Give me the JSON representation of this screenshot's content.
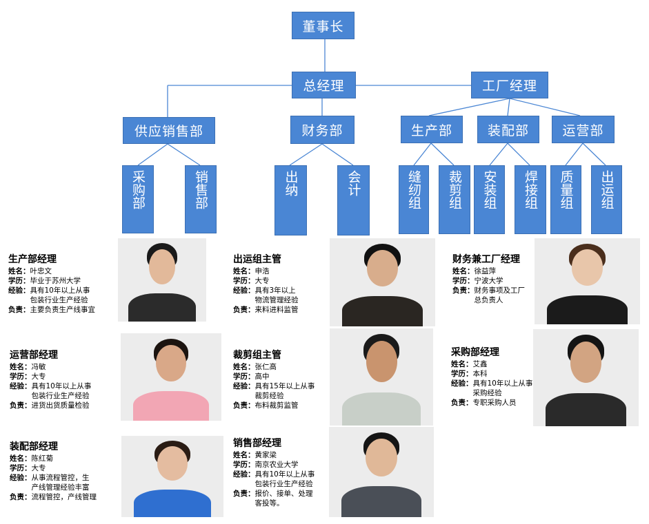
{
  "org": {
    "chairman": "董事长",
    "gm": "总经理",
    "factory_mgr": "工厂经理",
    "dept_sales": "供应销售部",
    "dept_finance": "财务部",
    "dept_production": "生产部",
    "dept_assembly": "装配部",
    "dept_operations": "运营部",
    "team_purchase": "采购部",
    "team_sales": "销售部",
    "team_cashier": "出纳",
    "team_accounting": "会计",
    "team_sewing": "缝纫组",
    "team_cutting": "裁剪组",
    "team_install": "安装组",
    "team_welding": "焊接组",
    "team_quality": "质量组",
    "team_shipping": "出运组"
  },
  "labels": {
    "name": "姓名：",
    "edu": "学历：",
    "exp": "经验：",
    "duty": "负责："
  },
  "staff": [
    {
      "id": "prod",
      "title": "生产部经理",
      "name": "叶忠文",
      "edu": "毕业于苏州大学",
      "exp": "具有10年以上从事\n包装行业生产经验",
      "duty": "主要负责生产线事宜",
      "colors": {
        "shirt": "#2b2b2b",
        "hair": "#1a1a1a",
        "skin": "#e2b99a"
      }
    },
    {
      "id": "ops",
      "title": "运营部经理",
      "name": "冯敏",
      "edu": "大专",
      "exp": "具有10年以上从事\n包装行业生产经验",
      "duty": "进货出货质量检验",
      "colors": {
        "shirt": "#f2a6b4",
        "hair": "#1c1410",
        "skin": "#d9a888"
      }
    },
    {
      "id": "asm",
      "title": "装配部经理",
      "name": "陈红菊",
      "edu": "大专",
      "exp": "从事流程管控，生\n产线管理经验丰富",
      "duty": "流程管控，产线管理",
      "colors": {
        "shirt": "#2f6fd0",
        "hair": "#2a1c14",
        "skin": "#e4bca0"
      }
    },
    {
      "id": "ship",
      "title": "出运组主管",
      "name": "申浩",
      "edu": "大专",
      "exp": "具有3年以上\n物流管理经验",
      "duty": "来料进料监管",
      "colors": {
        "shirt": "#2a2622",
        "hair": "#111111",
        "skin": "#d8ad8c"
      }
    },
    {
      "id": "cut",
      "title": "裁剪组主管",
      "name": "张仁高",
      "edu": "高中",
      "exp": "具有15年以上从事\n裁剪经验",
      "duty": "布料裁剪监管",
      "colors": {
        "shirt": "#c8cfc8",
        "hair": "#1a1a1a",
        "skin": "#c9946e"
      }
    },
    {
      "id": "sales",
      "title": "销售部经理",
      "name": "黄家梁",
      "edu": "南京农业大学",
      "exp": "具有10年以上从事\n包装行业生产经验",
      "duty": "报价、接单、处理\n客投等。",
      "colors": {
        "shirt": "#4a4f57",
        "hair": "#151515",
        "skin": "#e0b898"
      }
    },
    {
      "id": "fin",
      "title": "财务兼工厂经理",
      "name": "徐益萍",
      "edu": "宁波大学",
      "exp": "",
      "duty": "财务事项及工厂\n总负责人",
      "colors": {
        "shirt": "#1b1b1b",
        "hair": "#4a2e1c",
        "skin": "#e8c6aa"
      }
    },
    {
      "id": "pur",
      "title": "采购部经理",
      "name": "艾鑫",
      "edu": "本科",
      "exp": "具有10年以上从事\n采购经验",
      "duty": "专职采购人员",
      "colors": {
        "shirt": "#2a2a2a",
        "hair": "#141414",
        "skin": "#d2a482"
      }
    }
  ]
}
